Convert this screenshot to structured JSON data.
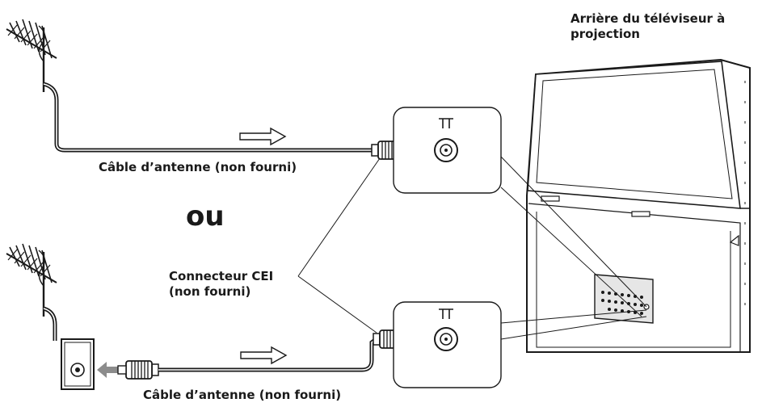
{
  "labels": {
    "tv_rear": "Arrière du téléviseur à projection",
    "cable_top": "Câble d’antenne (non fourni)",
    "cable_bottom": "Câble d’antenne (non fourni)",
    "or_word": "ou",
    "iec_connector_line1": "Connecteur CEI",
    "iec_connector_line2": "(non fourni)"
  },
  "icons": {
    "antenna": "antenna-icon",
    "wall_outlet": "wall-outlet-icon",
    "antenna_socket_symbol": "antenna-symbol-icon",
    "flow_arrow": "hollow-arrow-icon"
  },
  "colors": {
    "line": "#1a1a1a",
    "panel_fill": "#ffffff",
    "tv_panel": "#e6e6e6",
    "arrow_fill": "#8c8c8c"
  }
}
